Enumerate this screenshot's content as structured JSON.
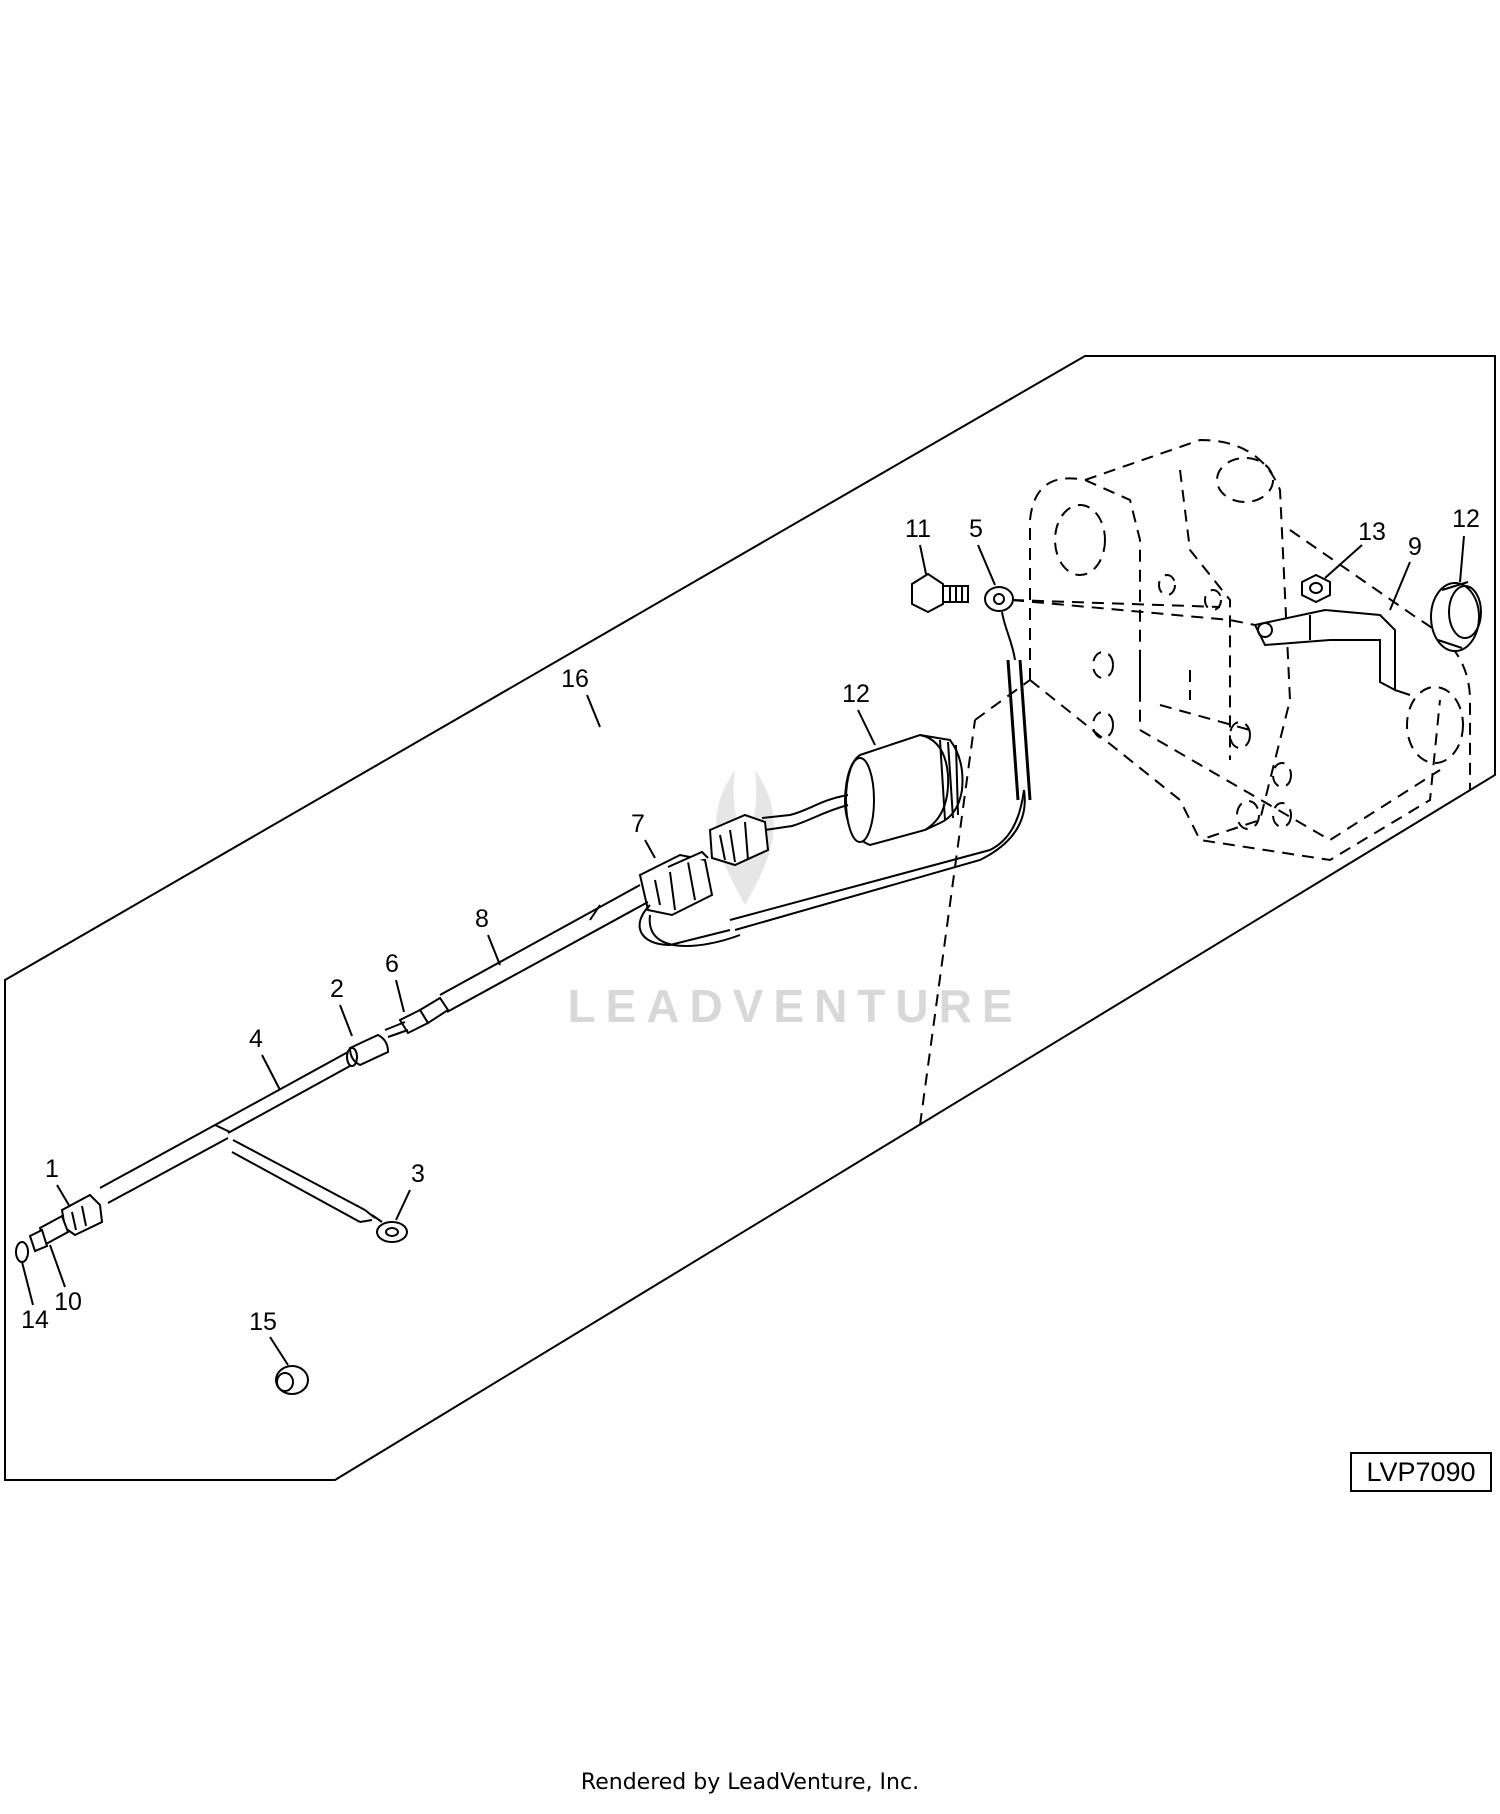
{
  "diagram": {
    "reference_code": "LVP7090",
    "watermark": "LEADVENTURE",
    "footer": "Rendered by LeadVenture, Inc.",
    "callouts": [
      {
        "id": "c1",
        "label": "1"
      },
      {
        "id": "c2",
        "label": "2"
      },
      {
        "id": "c3",
        "label": "3"
      },
      {
        "id": "c4",
        "label": "4"
      },
      {
        "id": "c5",
        "label": "5"
      },
      {
        "id": "c6",
        "label": "6"
      },
      {
        "id": "c7",
        "label": "7"
      },
      {
        "id": "c8",
        "label": "8"
      },
      {
        "id": "c9",
        "label": "9"
      },
      {
        "id": "c10",
        "label": "10"
      },
      {
        "id": "c11",
        "label": "11"
      },
      {
        "id": "c12a",
        "label": "12"
      },
      {
        "id": "c12b",
        "label": "12"
      },
      {
        "id": "c13",
        "label": "13"
      },
      {
        "id": "c14",
        "label": "14"
      },
      {
        "id": "c15",
        "label": "15"
      },
      {
        "id": "c16",
        "label": "16"
      }
    ]
  }
}
